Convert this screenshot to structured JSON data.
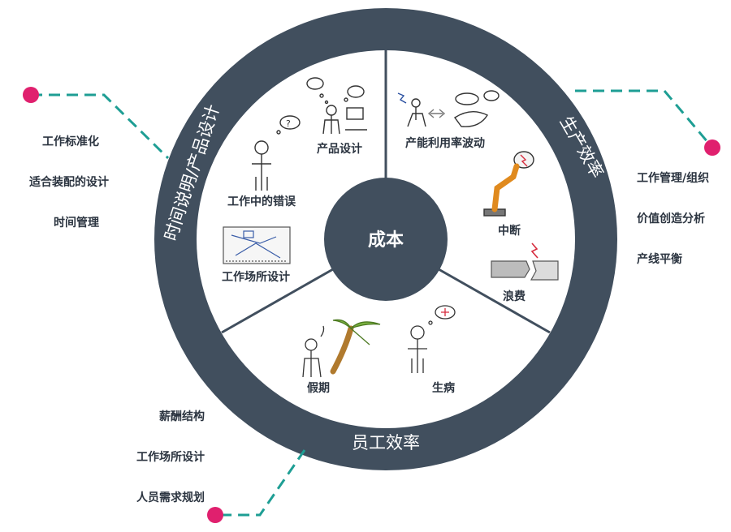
{
  "colors": {
    "ring": "#414f5e",
    "accent_dot": "#e0206e",
    "dashed_line": "#1e9e94",
    "center_text": "#ffffff",
    "item_text": "#2b3440"
  },
  "center": {
    "label": "成本"
  },
  "ring_labels": {
    "left": "时间说明/产品设计",
    "right": "生产效率",
    "bottom": "员工效率"
  },
  "segments": {
    "left": {
      "items": [
        {
          "label": "产品设计",
          "icon": "thinking-person-icon"
        },
        {
          "label": "工作中的错误",
          "icon": "confused-person-icon"
        },
        {
          "label": "工作场所设计",
          "icon": "workplace-blueprint-icon"
        }
      ]
    },
    "right": {
      "items": [
        {
          "label": "产能利用率波动",
          "icon": "capacity-fluctuation-icon"
        },
        {
          "label": "中断",
          "icon": "robot-arm-icon"
        },
        {
          "label": "浪费",
          "icon": "broken-material-icon"
        }
      ]
    },
    "bottom": {
      "items": [
        {
          "label": "假期",
          "icon": "palm-tree-icon"
        },
        {
          "label": "生病",
          "icon": "sick-person-icon"
        }
      ]
    }
  },
  "callouts": {
    "left": {
      "items": [
        "工作标准化",
        "适合装配的设计",
        "时间管理"
      ]
    },
    "right": {
      "items": [
        "工作管理/组织",
        "价值创造分析",
        "产线平衡"
      ]
    },
    "bottom": {
      "items": [
        "薪酬结构",
        "工作场所设计",
        "人员需求规划"
      ]
    }
  }
}
